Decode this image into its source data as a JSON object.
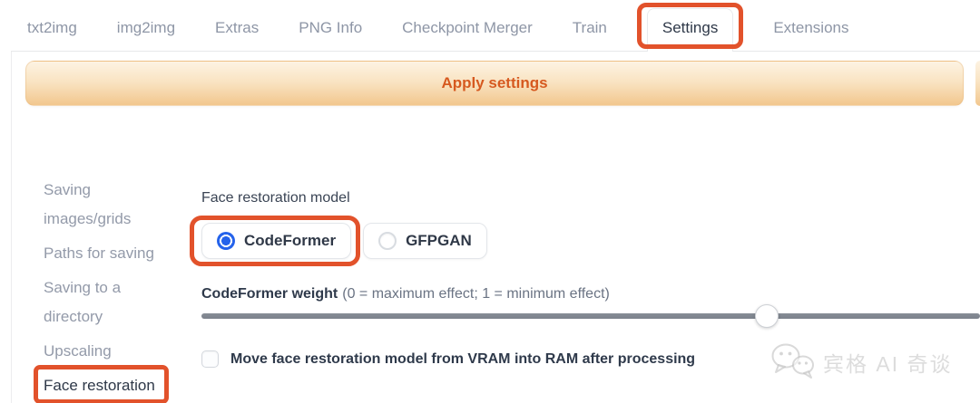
{
  "tabs": {
    "items": [
      {
        "label": "txt2img"
      },
      {
        "label": "img2img"
      },
      {
        "label": "Extras"
      },
      {
        "label": "PNG Info"
      },
      {
        "label": "Checkpoint Merger"
      },
      {
        "label": "Train"
      },
      {
        "label": "Settings"
      },
      {
        "label": "Extensions"
      }
    ],
    "active_tab": "Settings"
  },
  "apply_button": {
    "label": "Apply settings"
  },
  "sidebar": {
    "items": [
      {
        "label": "Saving images/grids"
      },
      {
        "label": "Paths for saving"
      },
      {
        "label": "Saving to a directory"
      },
      {
        "label": "Upscaling"
      },
      {
        "label": "Face restoration"
      }
    ],
    "active_item": "Face restoration"
  },
  "settings_panel": {
    "model_label": "Face restoration model",
    "radio_options": [
      {
        "label": "CodeFormer",
        "selected": true
      },
      {
        "label": "GFPGAN",
        "selected": false
      }
    ],
    "weight_label": "CodeFormer weight",
    "weight_hint": "(0 = maximum effect; 1 = minimum effect)",
    "slider": {
      "handle_position_percent": 72.6
    },
    "vram_checkbox": {
      "label": "Move face restoration model from VRAM into RAM after processing",
      "checked": false
    }
  },
  "watermark": {
    "text": "宾格 AI 奇谈",
    "icon": "wechat-icon"
  },
  "colors": {
    "annotation_box": "#e2522b",
    "selected_radio": "#2563eb",
    "apply_button_text": "#d6591f"
  }
}
